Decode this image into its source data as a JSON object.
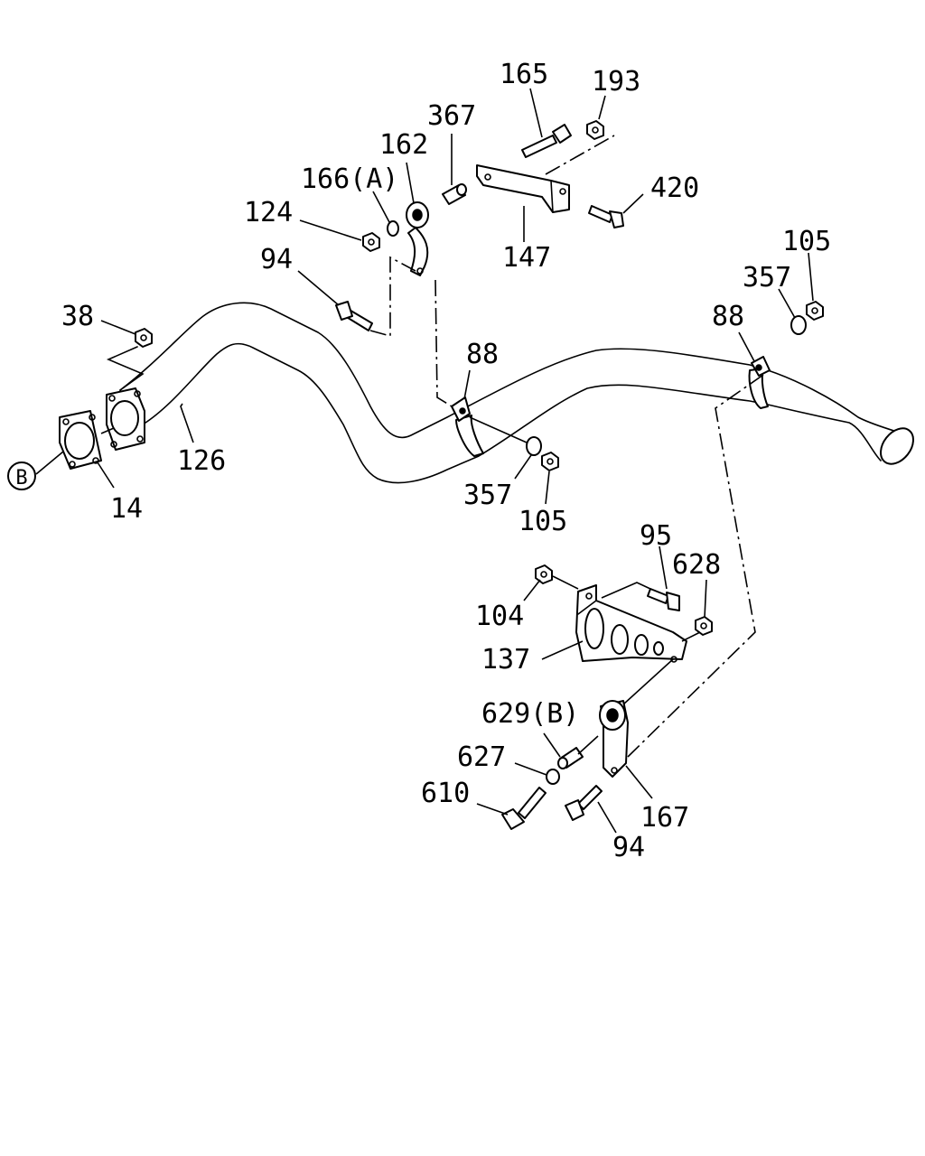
{
  "labels": {
    "p165": "165",
    "p193": "193",
    "p367": "367",
    "p162": "162",
    "p166": "166(A)",
    "p124": "124",
    "p420": "420",
    "p147": "147",
    "p94_top": "94",
    "p105_right": "105",
    "p357_right": "357",
    "p88_right": "88",
    "p38": "38",
    "p88_mid": "88",
    "p126": "126",
    "p14": "14",
    "pB_ref": "B",
    "p357_mid": "357",
    "p105_mid": "105",
    "p95": "95",
    "p628": "628",
    "p104": "104",
    "p137": "137",
    "p629": "629(B)",
    "p627": "627",
    "p610": "610",
    "p167": "167",
    "p94_bottom": "94"
  }
}
